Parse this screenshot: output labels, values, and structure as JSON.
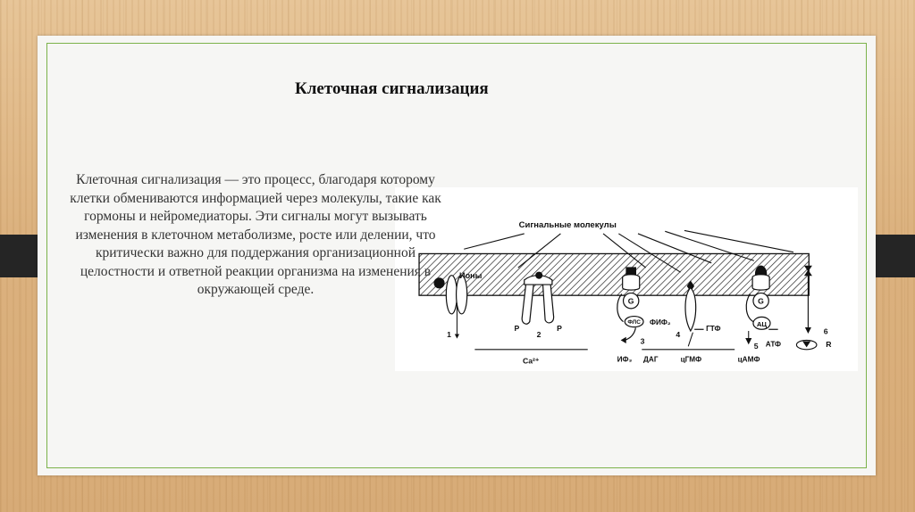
{
  "slide": {
    "title": "Клеточная сигнализация",
    "body": "Клеточная сигнализация — это процесс, благодаря которому клетки обмениваются информацией через молекулы, такие как гормоны и нейромедиаторы. Эти сигналы могут вызывать изменения в клеточном метаболизме, росте или делении, что критически важно для поддержания организационной целостности и ответной реакции организма на изменения в окружающей среде."
  },
  "diagram": {
    "signal_molecules": "Сигнальные молекулы",
    "ions": "Ионы",
    "n1": "1",
    "n2": "2",
    "n3": "3",
    "n4": "4",
    "n5": "5",
    "n6": "6",
    "p1": "Р",
    "p2": "Р",
    "g1": "G",
    "g2": "G",
    "fls": "ФЛС",
    "fif2": "ФИФ₂",
    "ca2": "Ca²⁺",
    "if3": "ИФ₃",
    "dag": "ДАГ",
    "gtf": "ГТФ",
    "cgmf": "цГМФ",
    "ac": "АЦ",
    "atf": "АТФ",
    "camf": "цАМФ",
    "r": "R"
  }
}
